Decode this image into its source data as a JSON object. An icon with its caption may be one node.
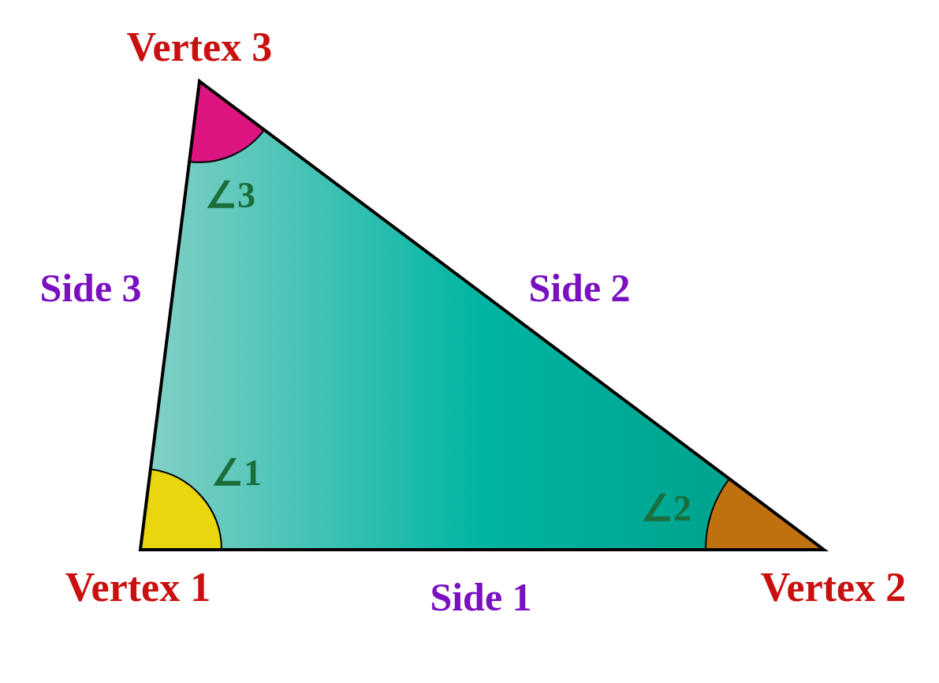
{
  "diagram": {
    "labels": [
      "Vertex 3",
      "∠3",
      "Side 3",
      "Side 2",
      "∠1",
      "∠2",
      "Vertex 1",
      "Side 1",
      "Vertex 2"
    ]
  }
}
